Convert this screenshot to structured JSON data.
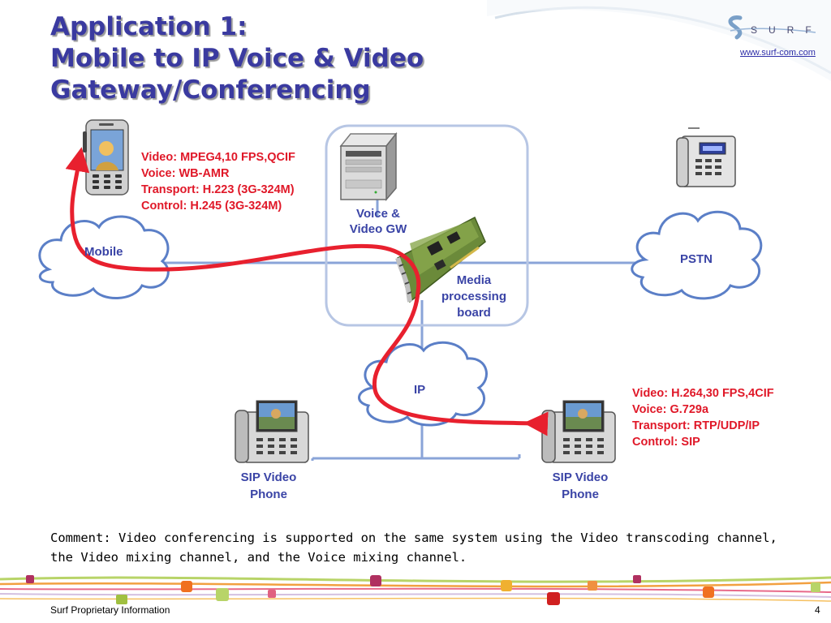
{
  "title": {
    "line1": "Application 1:",
    "line2": "Mobile to IP Voice & Video",
    "line3": "Gateway/Conferencing"
  },
  "logo": {
    "text": "SURF",
    "url": "www.surf-com.com"
  },
  "nodes": {
    "mobile_cloud": "Mobile",
    "pstn_cloud": "PSTN",
    "ip_cloud": "IP",
    "gateway_line1": "Voice &",
    "gateway_line2": "Video GW",
    "board_line1": "Media",
    "board_line2": "processing",
    "board_line3": "board",
    "sip_phone_left_line1": "SIP Video",
    "sip_phone_left_line2": "Phone",
    "sip_phone_right_line1": "SIP Video",
    "sip_phone_right_line2": "Phone"
  },
  "mobile_specs": [
    "Video: MPEG4,10 FPS,QCIF",
    "Voice: WB-AMR",
    "Transport: H.223 (3G-324M)",
    "Control: H.245 (3G-324M)"
  ],
  "sip_specs": [
    "Video: H.264,30 FPS,4CIF",
    "Voice: G.729a",
    "Transport: RTP/UDP/IP",
    "Control: SIP"
  ],
  "comment": {
    "line1": "Comment: Video conferencing is supported on the same system using the Video transcoding channel,",
    "line2": "the Video mixing channel, and the Voice mixing channel."
  },
  "footer": {
    "left": "Surf Proprietary Information",
    "page": "4"
  },
  "colors": {
    "title": "#3a3aa0",
    "label": "#3a44a6",
    "spec": "#e01828",
    "arrow": "#e8202e",
    "line": "#8aa4d8"
  }
}
